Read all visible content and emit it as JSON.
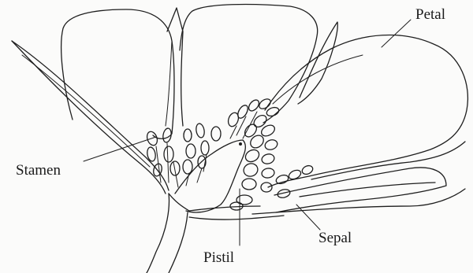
{
  "labels": {
    "petal": "Petal",
    "stamen": "Stamen",
    "sepal": "Sepal",
    "pistil": "Pistil"
  },
  "colors": {
    "ink": "#1e1e1e",
    "paper": "#fbfbfa"
  }
}
